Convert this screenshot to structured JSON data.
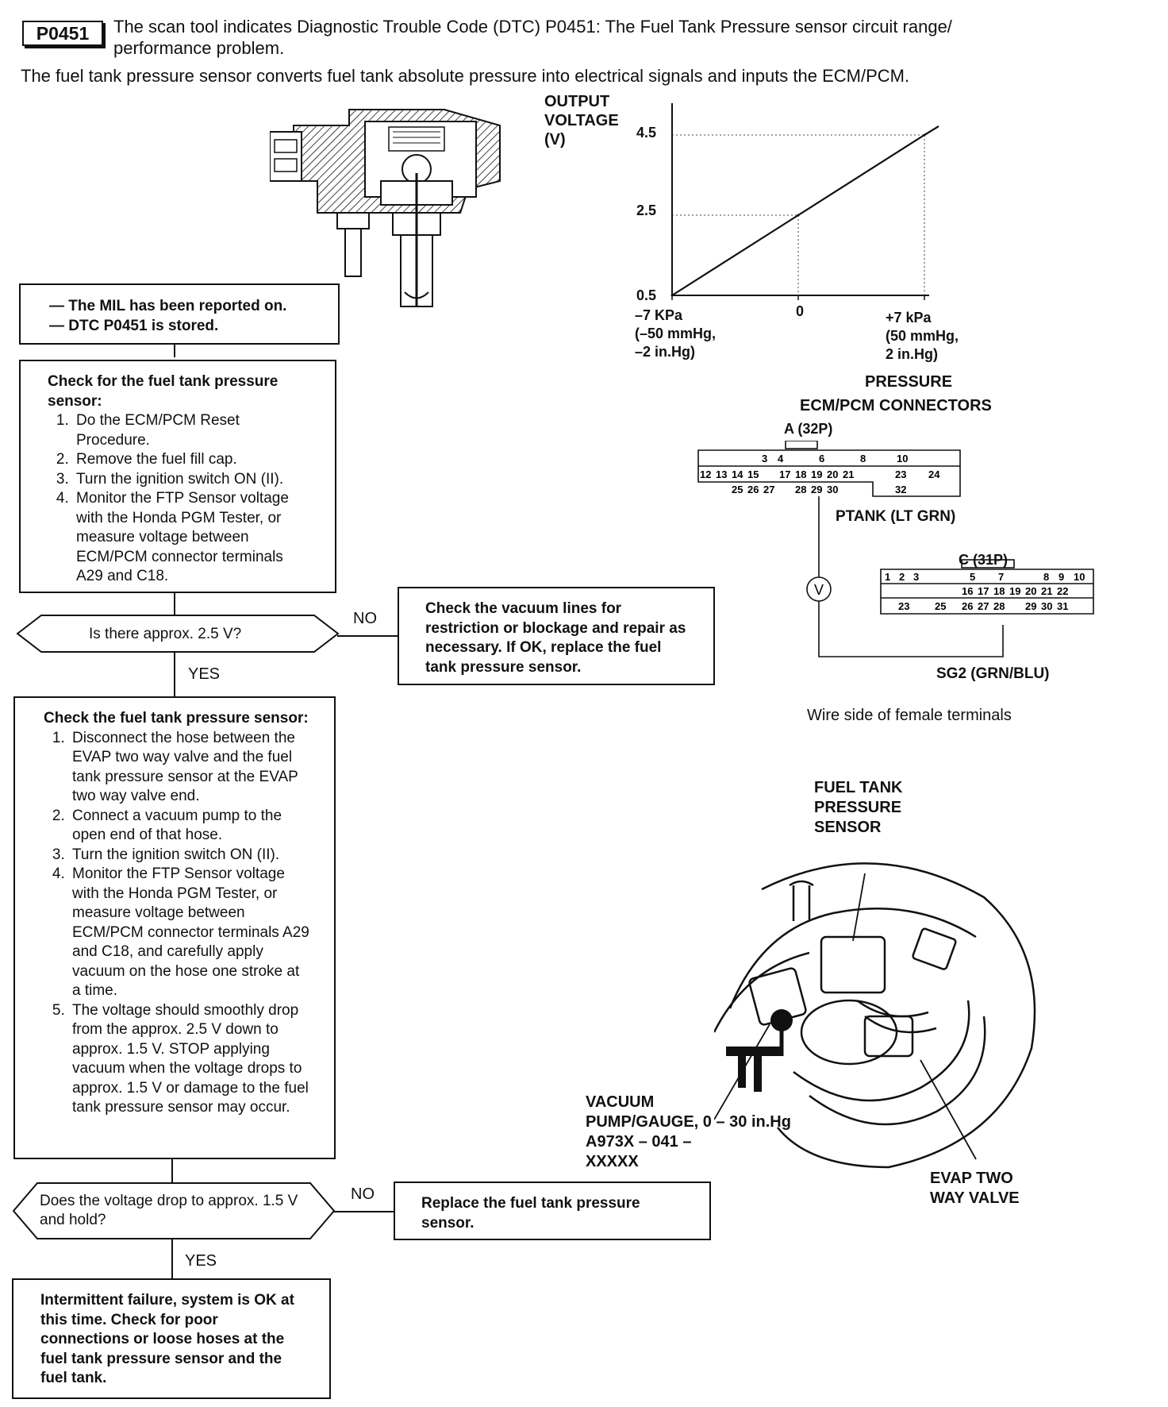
{
  "header": {
    "code_badge": "P0451",
    "dtc_line1": "The scan tool indicates Diagnostic Trouble Code (DTC) P0451: The Fuel Tank Pressure sensor circuit range/",
    "dtc_line2": "performance problem.",
    "intro": "The fuel tank pressure sensor converts fuel tank absolute pressure into electrical signals and inputs the ECM/PCM."
  },
  "chart_data": {
    "type": "line",
    "title": "",
    "ylabel": "OUTPUT VOLTAGE (V)",
    "xlabel": "PRESSURE",
    "y_ticks": [
      "4.5",
      "2.5",
      "0.5"
    ],
    "x_ticks": [
      {
        "line1": "–7 KPa",
        "line2": "(–50 mmHg,",
        "line3": "–2 in.Hg)"
      },
      {
        "line1": "0",
        "line2": "",
        "line3": ""
      },
      {
        "line1": "+7 kPa",
        "line2": "(50 mmHg,",
        "line3": "2 in.Hg)"
      }
    ],
    "series": [
      {
        "x": [
          -7,
          0,
          7
        ],
        "y": [
          0.5,
          2.5,
          4.5
        ]
      }
    ],
    "xlim": [
      -7,
      7
    ],
    "ylim": [
      0.5,
      4.5
    ]
  },
  "connectors": {
    "title": "ECM/PCM CONNECTORS",
    "a_label": "A (32P)",
    "c_label": "C (31P)",
    "a_row1": [
      "3",
      "4",
      "6",
      "8",
      "10"
    ],
    "a_row2": [
      "12",
      "13",
      "14",
      "15",
      "17",
      "18",
      "19",
      "20",
      "21",
      "23",
      "24"
    ],
    "a_row3": [
      "25",
      "26",
      "27",
      "28",
      "29",
      "30",
      "32"
    ],
    "c_row1": [
      "1",
      "2",
      "3",
      "5",
      "7",
      "8",
      "9",
      "10"
    ],
    "c_row2": [
      "16",
      "17",
      "18",
      "19",
      "20",
      "21",
      "22"
    ],
    "c_row3": [
      "23",
      "25",
      "26",
      "27",
      "28",
      "29",
      "30",
      "31"
    ],
    "ptank": "PTANK (LT GRN)",
    "sg2": "SG2 (GRN/BLU)",
    "meter": "V",
    "caption": "Wire side of female terminals"
  },
  "flow": {
    "symptoms": [
      "— The MIL has been reported on.",
      "— DTC P0451 is stored."
    ],
    "step1_title": "Check for the fuel tank pressure sensor:",
    "step1_items": [
      "Do the ECM/PCM Reset Procedure.",
      "Remove the fuel fill cap.",
      "Turn the ignition switch ON (II).",
      "Monitor the FTP Sensor voltage with the Honda PGM Tester, or measure voltage between ECM/PCM connector terminals A29 and C18."
    ],
    "q1": "Is there approx. 2.5 V?",
    "q1_no": "NO",
    "q1_yes": "YES",
    "q1_no_box": "Check the vacuum lines for restriction or blockage and repair as necessary. If OK, replace the fuel tank pressure sensor.",
    "step2_title": "Check the fuel tank pressure sensor:",
    "step2_items": [
      "Disconnect the hose between the EVAP two way valve and the fuel tank pressure sensor at the EVAP two way valve end.",
      "Connect a vacuum pump to the open end of that hose.",
      "Turn the ignition switch ON (II).",
      "Monitor the FTP Sensor voltage with the Honda PGM Tester, or measure voltage between ECM/PCM connector terminals A29 and C18, and carefully apply vacuum on the hose one stroke at a time.",
      "The voltage should smoothly drop from the approx. 2.5 V down to approx. 1.5 V. STOP applying vacuum when the voltage drops to approx. 1.5 V or damage to the fuel tank pressure sensor may occur."
    ],
    "q2": "Does the voltage drop to approx. 1.5 V and hold?",
    "q2_no": "NO",
    "q2_yes": "YES",
    "q2_no_box": "Replace the fuel tank pressure sensor.",
    "final": "Intermittent failure, system is OK at this time. Check for poor connections or loose hoses at the fuel tank pressure sensor and the fuel tank."
  },
  "illustration": {
    "sensor_label_1": "FUEL TANK",
    "sensor_label_2": "PRESSURE",
    "sensor_label_3": "SENSOR",
    "vacuum_1": "VACUUM",
    "vacuum_2": "PUMP/GAUGE, 0 – 30 in.Hg",
    "vacuum_3": "A973X – 041 –",
    "vacuum_4": "XXXXX",
    "evap_1": "EVAP TWO",
    "evap_2": "WAY VALVE"
  }
}
